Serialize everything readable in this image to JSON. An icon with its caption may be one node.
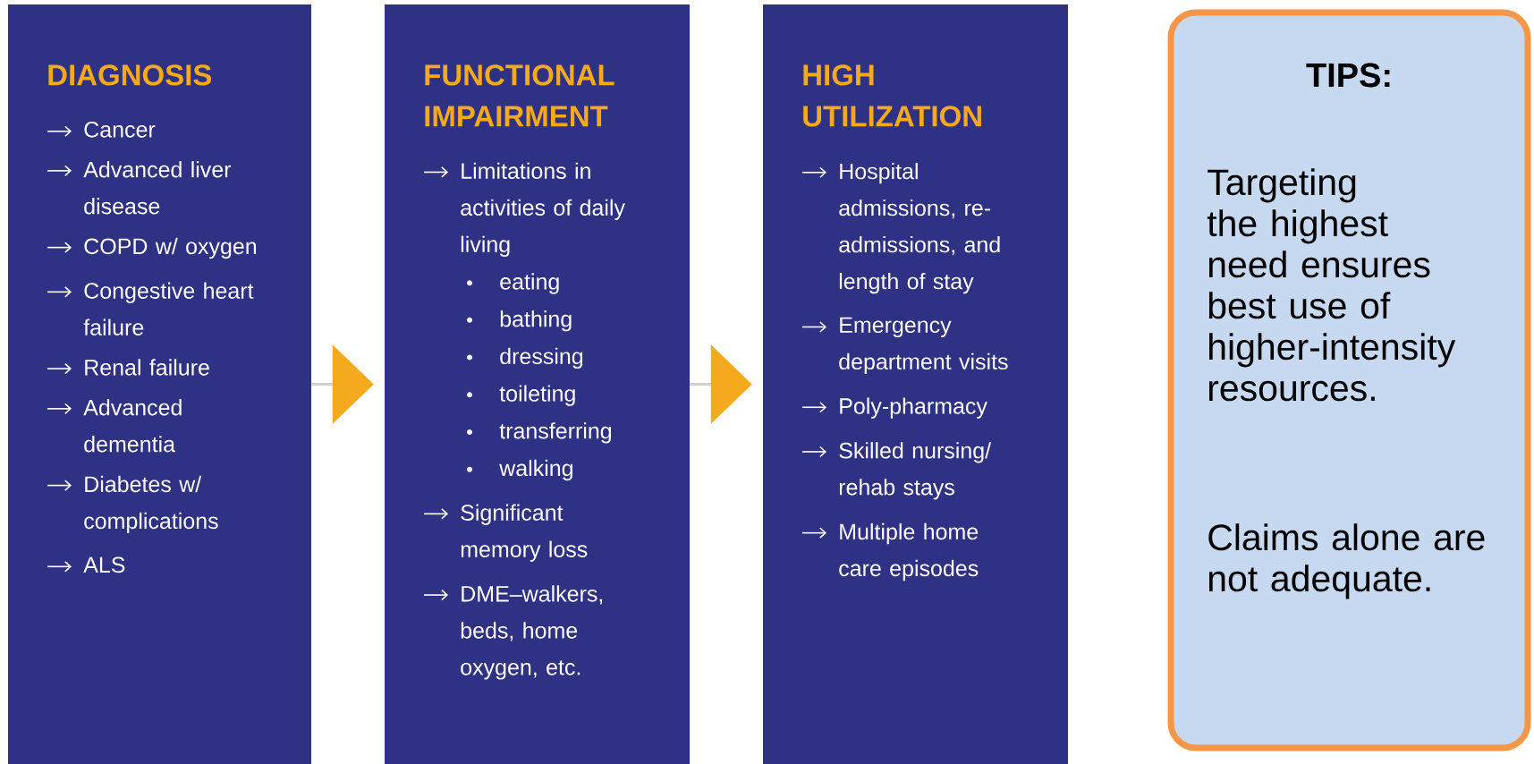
{
  "diagram": {
    "nodes": [
      {
        "text": [
          "DIAGNOSIS",
          "Cancer",
          "Advanced liver disease",
          "COPD w/ oxygen",
          "Congestive heart failure",
          "Renal failure",
          "Advanced dementia",
          "Diabetes w/ complications",
          "ALS"
        ]
      },
      {
        "text": [
          "FUNCTIONAL IMPAIRMENT",
          "Limitations in activities of daily living",
          "eating",
          "bathing",
          "dressing",
          "toileting",
          "transferring",
          "walking",
          "Significant memory loss",
          "DME–walkers, beds, home oxygen, etc."
        ]
      },
      {
        "text": [
          "HIGH UTILIZATION",
          "Hospital admissions, re-admissions, and length of stay",
          "Emergency department visits",
          "Poly-pharmacy",
          "Skilled nursing/ rehab stays",
          "Multiple home care episodes"
        ]
      },
      {
        "text": [
          "TIPS:",
          "Targeting the highest need ensures best use of higher-intensity resources.",
          "Claims alone are not adequate."
        ]
      }
    ],
    "edges": [
      {
        "from": 0,
        "to": 1,
        "arrow": "to"
      },
      {
        "from": 1,
        "to": 2,
        "arrow": "to"
      }
    ]
  }
}
